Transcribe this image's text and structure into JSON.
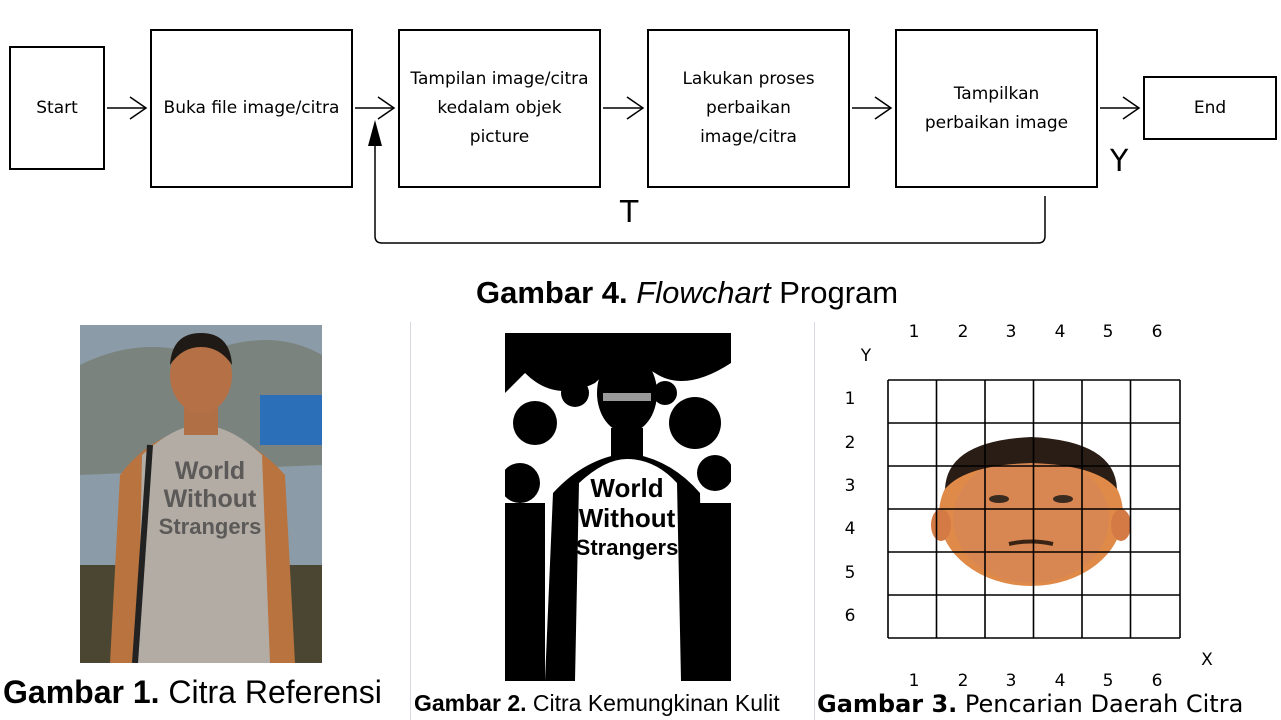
{
  "flowchart": {
    "boxes": [
      {
        "id": "start",
        "label": "Start"
      },
      {
        "id": "open",
        "label": "Buka file image/citra"
      },
      {
        "id": "show",
        "label": "Tampilan image/citra kedalam objek picture"
      },
      {
        "id": "process",
        "label": "Lakukan proses perbaikan image/citra"
      },
      {
        "id": "display",
        "label": "Tampilkan perbaikan image"
      },
      {
        "id": "end",
        "label": "End"
      }
    ],
    "yes_label": "Y",
    "no_label": "T",
    "caption_bold": "Gambar 4.",
    "caption_italic": "Flowchart",
    "caption_rest": " Program"
  },
  "figure1": {
    "shirt_text": [
      "World",
      "Without",
      "Strangers"
    ],
    "caption_bold": "Gambar 1.",
    "caption_rest": " Citra Referensi"
  },
  "figure2": {
    "shirt_text": [
      "World",
      "Without",
      "Strangers"
    ],
    "caption_bold": "Gambar 2.",
    "caption_rest": " Citra Kemungkinan Kulit"
  },
  "figure3": {
    "x_numbers": [
      "1",
      "2",
      "3",
      "4",
      "5",
      "6"
    ],
    "y_numbers": [
      "1",
      "2",
      "3",
      "4",
      "5",
      "6"
    ],
    "x_axis": "X",
    "y_axis": "Y",
    "caption_bold": "Gambar 3.",
    "caption_rest": " Pencarian Daerah Citra"
  },
  "colors": {
    "sky": "#8fa3b4",
    "shirt": "#b3aca4",
    "skin": "#c07a52",
    "face": "#e08a4a"
  }
}
